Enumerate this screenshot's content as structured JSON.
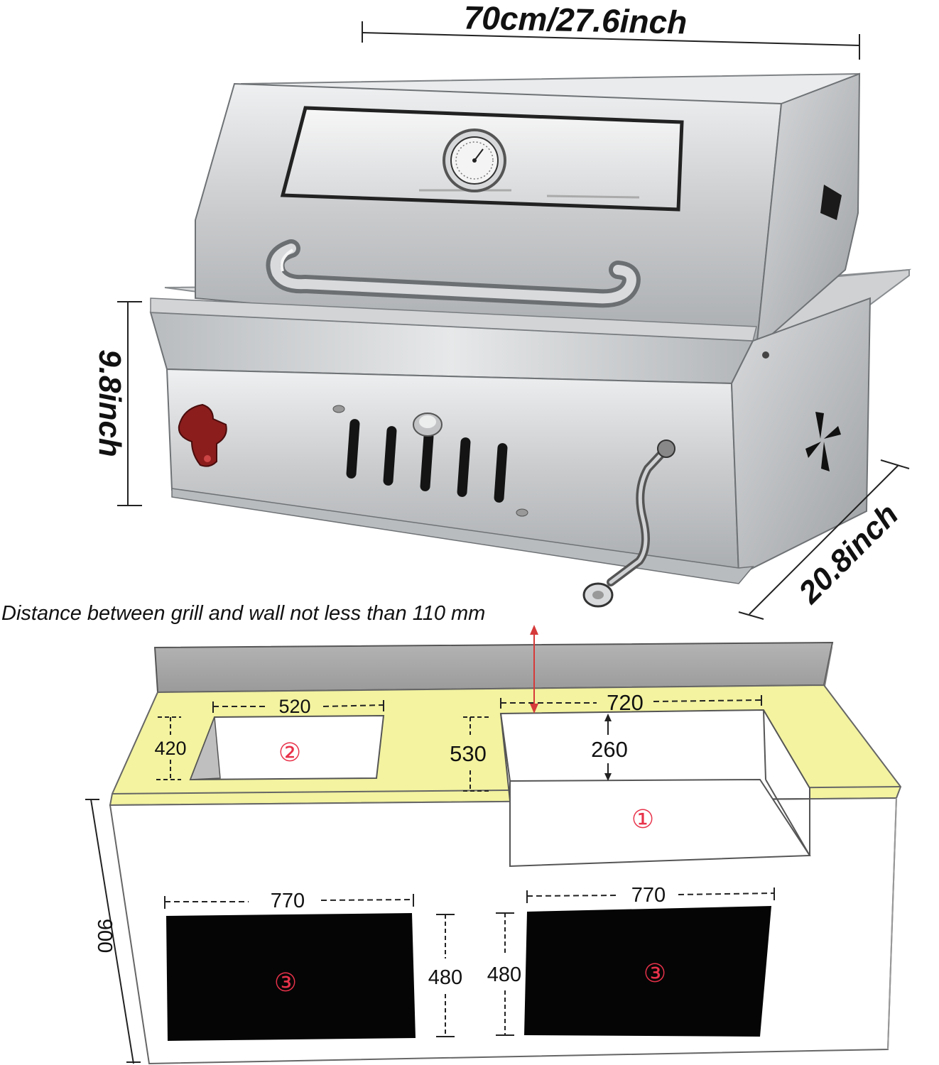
{
  "grill_dimensions": {
    "width_label": "70cm/27.6inch",
    "height_label": "9.8inch",
    "depth_label": "20.8inch"
  },
  "installation_note": "Distance between grill and wall not less than 110 mm",
  "cabinet": {
    "sink_opening": {
      "width": "520",
      "depth": "420",
      "marker": "②"
    },
    "grill_opening": {
      "width": "720",
      "depth": "530",
      "inset_depth": "260",
      "marker": "①"
    },
    "left_door": {
      "width": "770",
      "height": "480",
      "marker": "③"
    },
    "right_door": {
      "width": "770",
      "height": "480",
      "marker": "③"
    },
    "overall_height": "900"
  },
  "colors": {
    "countertop": "#f3f3a0",
    "stainless": "#c9cbcd",
    "door_panel": "#050505",
    "marker": "#e8324a",
    "wall_arrow": "#d63a3a"
  }
}
